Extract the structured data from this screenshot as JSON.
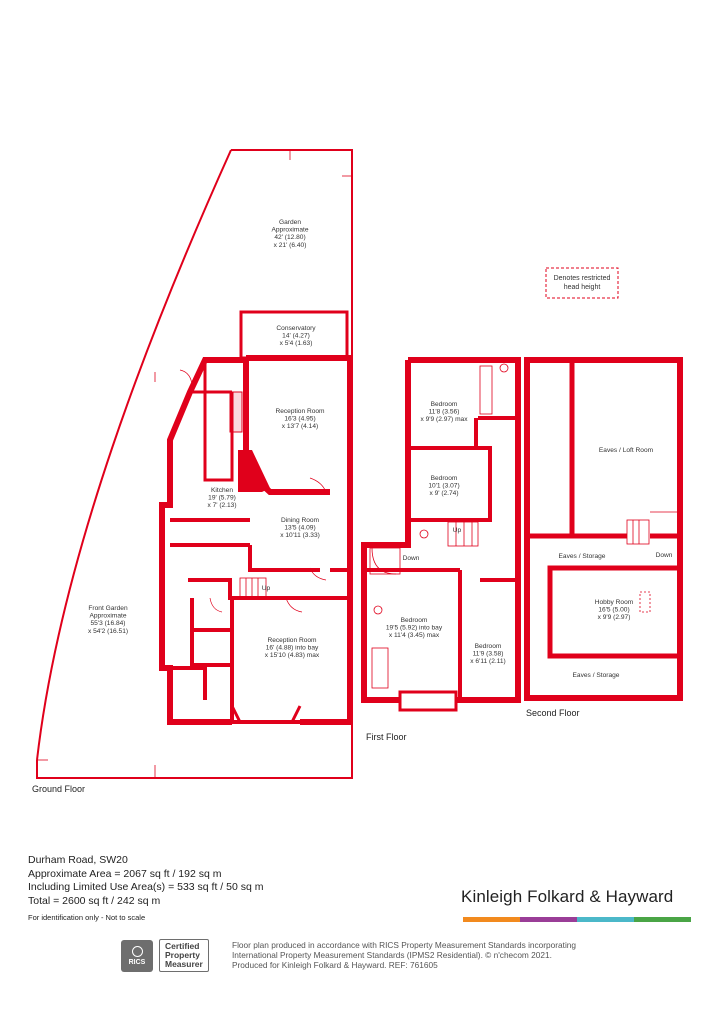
{
  "colors": {
    "wall": "#e0001b",
    "dashed": "#e0001b",
    "text": "#333333"
  },
  "ground_floor": {
    "label": "Ground Floor",
    "rooms": {
      "garden": [
        "Garden",
        "Approximate",
        "42' (12.80)",
        "x 21' (6.40)"
      ],
      "conservatory": [
        "Conservatory",
        "14' (4.27)",
        "x 5'4 (1.63)"
      ],
      "reception_rear": [
        "Reception Room",
        "16'3 (4.95)",
        "x 13'7 (4.14)"
      ],
      "kitchen": [
        "Kitchen",
        "19' (5.79)",
        "x 7' (2.13)"
      ],
      "dining": [
        "Dining Room",
        "13'5 (4.09)",
        "x 10'11 (3.33)"
      ],
      "front_garden": [
        "Front Garden",
        "Approximate",
        "55'3 (16.84)",
        "x 54'2 (16.51)"
      ],
      "reception_front": [
        "Reception Room",
        "16' (4.88) into bay",
        "x 15'10 (4.83) max"
      ]
    },
    "stair_label": "Up"
  },
  "first_floor": {
    "label": "First Floor",
    "rooms": {
      "bedroom_a": [
        "Bedroom",
        "11'8 (3.56)",
        "x 9'9 (2.97) max"
      ],
      "bedroom_b": [
        "Bedroom",
        "10'1 (3.07)",
        "x 9' (2.74)"
      ],
      "bedroom_c": [
        "Bedroom",
        "19'5 (5.92) into bay",
        "x 11'4 (3.45) max"
      ],
      "bedroom_d": [
        "Bedroom",
        "11'9 (3.58)",
        "x 6'11 (2.11)"
      ]
    },
    "stair_up": "Up",
    "stair_down": "Down"
  },
  "second_floor": {
    "label": "Second Floor",
    "rooms": {
      "loft": [
        "Eaves / Loft Room"
      ],
      "eaves_top": [
        "Eaves / Storage"
      ],
      "hobby": [
        "Hobby Room",
        "16'5 (5.00)",
        "x 9'9 (2.97)"
      ],
      "eaves_bottom": [
        "Eaves / Storage"
      ]
    },
    "stair_down": "Down"
  },
  "legend": {
    "line1": "Denotes restricted",
    "line2": "head height"
  },
  "info": {
    "address": "Durham Road, SW20",
    "approx_area": "Approximate Area = 2067 sq ft / 192 sq m",
    "limited_use": "Including Limited Use Area(s) = 533 sq ft / 50 sq m",
    "total": "Total = 2600 sq ft / 242 sq m",
    "disclaimer": "For identification only - Not to scale"
  },
  "brand": {
    "name": "Kinleigh Folkard & Hayward",
    "bar_colors": [
      "#f28a1e",
      "#9a3d97",
      "#4bb8c9",
      "#4aa546"
    ]
  },
  "rics": {
    "mark": "RICS",
    "badge": [
      "Certified",
      "Property",
      "Measurer"
    ]
  },
  "footer": {
    "line1": "Floor plan produced in accordance with RICS Property Measurement Standards incorporating",
    "line2": "International Property Measurement Standards (IPMS2 Residential).  © n'checom 2021.",
    "line3": "Produced for Kinleigh Folkard & Hayward.   REF: 761605"
  }
}
